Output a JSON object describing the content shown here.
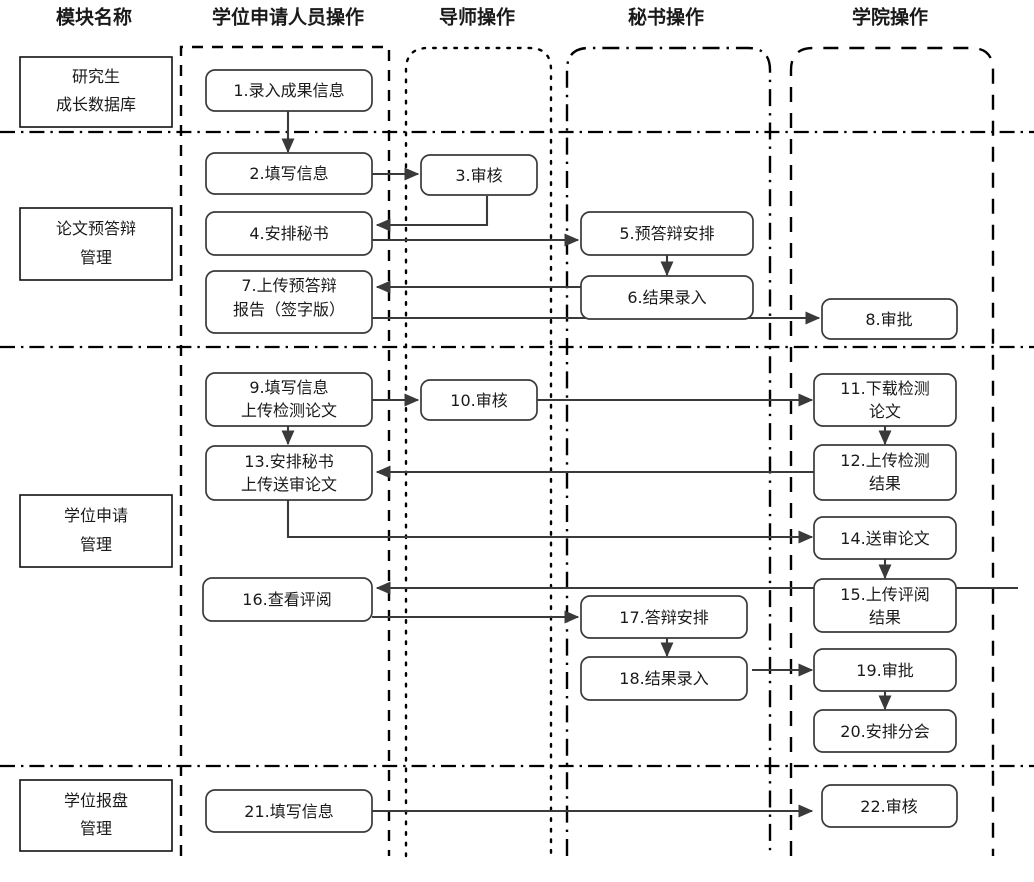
{
  "diagram": {
    "title_columns": [
      {
        "id": "module",
        "label": "模块名称"
      },
      {
        "id": "applicant",
        "label": "学位申请人员操作"
      },
      {
        "id": "advisor",
        "label": "导师操作"
      },
      {
        "id": "secretary",
        "label": "秘书操作"
      },
      {
        "id": "college",
        "label": "学院操作"
      }
    ],
    "modules": [
      {
        "id": "m1",
        "lines": [
          "研究生",
          "成长数据库"
        ]
      },
      {
        "id": "m2",
        "lines": [
          "论文预答辩",
          "管理"
        ]
      },
      {
        "id": "m3",
        "lines": [
          "学位申请",
          "管理"
        ]
      },
      {
        "id": "m4",
        "lines": [
          "学位报盘",
          "管理"
        ]
      }
    ],
    "nodes": [
      {
        "id": "n1",
        "step": "1",
        "lines": [
          "1.录入成果信息"
        ],
        "lane": "applicant"
      },
      {
        "id": "n2",
        "step": "2",
        "lines": [
          "2.填写信息"
        ],
        "lane": "applicant"
      },
      {
        "id": "n3",
        "step": "3",
        "lines": [
          "3.审核"
        ],
        "lane": "advisor"
      },
      {
        "id": "n4",
        "step": "4",
        "lines": [
          "4.安排秘书"
        ],
        "lane": "applicant"
      },
      {
        "id": "n5",
        "step": "5",
        "lines": [
          "5.预答辩安排"
        ],
        "lane": "secretary"
      },
      {
        "id": "n6",
        "step": "6",
        "lines": [
          "6.结果录入"
        ],
        "lane": "secretary"
      },
      {
        "id": "n7",
        "step": "7",
        "lines": [
          "7.上传预答辩",
          "报告（签字版）"
        ],
        "lane": "applicant"
      },
      {
        "id": "n8",
        "step": "8",
        "lines": [
          "8.审批"
        ],
        "lane": "college"
      },
      {
        "id": "n9",
        "step": "9",
        "lines": [
          "9.填写信息",
          "上传检测论文"
        ],
        "lane": "applicant"
      },
      {
        "id": "n10",
        "step": "10",
        "lines": [
          "10.审核"
        ],
        "lane": "advisor"
      },
      {
        "id": "n11",
        "step": "11",
        "lines": [
          "11.下载检测",
          "论文"
        ],
        "lane": "college"
      },
      {
        "id": "n12",
        "step": "12",
        "lines": [
          "12.上传检测",
          "结果"
        ],
        "lane": "college"
      },
      {
        "id": "n13",
        "step": "13",
        "lines": [
          "13.安排秘书",
          "上传送审论文"
        ],
        "lane": "applicant"
      },
      {
        "id": "n14",
        "step": "14",
        "lines": [
          "14.送审论文"
        ],
        "lane": "college"
      },
      {
        "id": "n15",
        "step": "15",
        "lines": [
          "15.上传评阅",
          "结果"
        ],
        "lane": "college"
      },
      {
        "id": "n16",
        "step": "16",
        "lines": [
          "16.查看评阅"
        ],
        "lane": "applicant"
      },
      {
        "id": "n17",
        "step": "17",
        "lines": [
          "17.答辩安排"
        ],
        "lane": "secretary"
      },
      {
        "id": "n18",
        "step": "18",
        "lines": [
          "18.结果录入"
        ],
        "lane": "secretary"
      },
      {
        "id": "n19",
        "step": "19",
        "lines": [
          "19.审批"
        ],
        "lane": "college"
      },
      {
        "id": "n20",
        "step": "20",
        "lines": [
          "20.安排分会"
        ],
        "lane": "college"
      },
      {
        "id": "n21",
        "step": "21",
        "lines": [
          "21.填写信息"
        ],
        "lane": "applicant"
      },
      {
        "id": "n22",
        "step": "22",
        "lines": [
          "22.审核"
        ],
        "lane": "college"
      }
    ],
    "edges": [
      {
        "from": "n1",
        "to": "n2"
      },
      {
        "from": "n2",
        "to": "n3"
      },
      {
        "from": "n3",
        "to": "n4"
      },
      {
        "from": "n4",
        "to": "n5"
      },
      {
        "from": "n5",
        "to": "n6"
      },
      {
        "from": "n6",
        "to": "n7"
      },
      {
        "from": "n7",
        "to": "n8"
      },
      {
        "from": "n9",
        "to": "n10"
      },
      {
        "from": "n10",
        "to": "n11"
      },
      {
        "from": "n11",
        "to": "n12"
      },
      {
        "from": "n12",
        "to": "n13"
      },
      {
        "from": "n9",
        "to": "n13"
      },
      {
        "from": "n13",
        "to": "n14"
      },
      {
        "from": "n14",
        "to": "n15"
      },
      {
        "from": "n15",
        "to": "n16"
      },
      {
        "from": "n16",
        "to": "n17"
      },
      {
        "from": "n17",
        "to": "n18"
      },
      {
        "from": "n18",
        "to": "n19"
      },
      {
        "from": "n19",
        "to": "n20"
      },
      {
        "from": "n21",
        "to": "n22"
      }
    ],
    "lane_styles": {
      "module": "solid",
      "applicant": "dashed",
      "advisor": "dotted",
      "secretary": "dash-dot",
      "college": "long-dash"
    },
    "colors": {
      "background": "#ffffff",
      "stroke": "#000000",
      "node_stroke": "#3a3a3a",
      "text": "#1a1a1a"
    }
  }
}
